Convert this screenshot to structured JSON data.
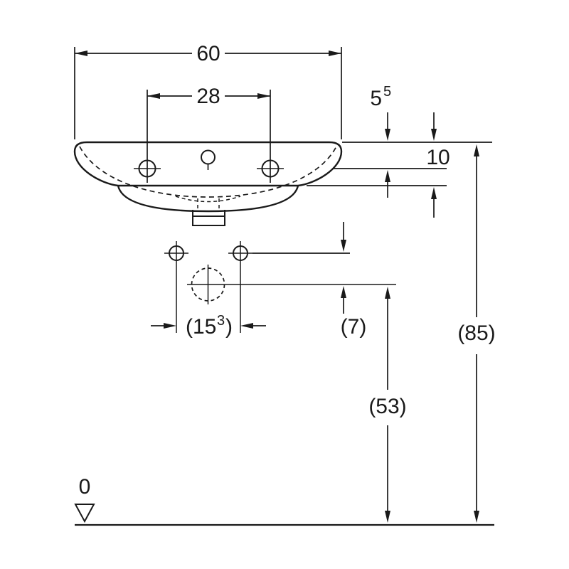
{
  "colors": {
    "ink": "#1a1a1a",
    "background": "#ffffff"
  },
  "dimensions": {
    "total_width": "60",
    "tap_hole_spacing": "28",
    "rim_to_tap_holes": {
      "main": "5",
      "sup": "5"
    },
    "rim_to_apron": "10",
    "mounting_hole_spacing": {
      "open": "(15",
      "sup": "3",
      "close": ")"
    },
    "mounting_to_drain": "(7)",
    "drain_height": "(53)",
    "rim_height": "(85)",
    "floor_datum": "0"
  }
}
